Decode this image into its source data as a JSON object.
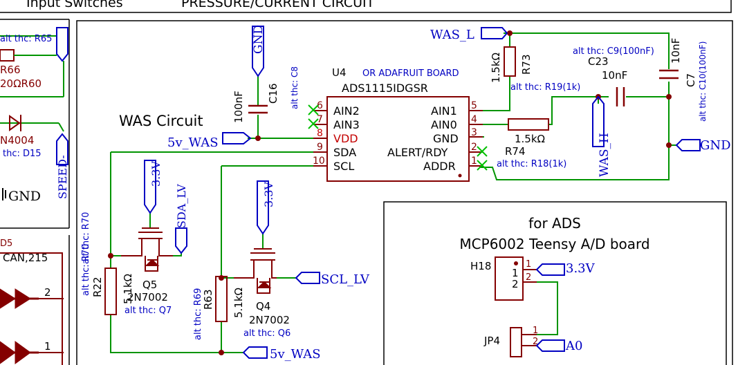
{
  "header": {
    "left": "Input Switches",
    "right": "PRESSURE/CURRENT CIRCUIT"
  },
  "left_fragment": {
    "r65": "alt thc: R65",
    "r66": "R66",
    "r60": "20ΩR60",
    "diode_val": "N4004",
    "diode_alt": "thc: D15",
    "gnd": "GND",
    "speed": "SPEED-",
    "d5_alt": "alt thc: R70",
    "d5_name": "D5",
    "d5_val": "CAN,215",
    "pin2": "2",
    "pin1": "1"
  },
  "was_circuit": {
    "title": "WAS Circuit",
    "c16_name": "C16",
    "c16_val": "100nF",
    "c16_alt": "alt thc: C8",
    "gnd_top": "GND",
    "net_5v_was": "5v_WAS",
    "u4_ref": "U4",
    "u4_alt": "OR ADAFRUIT BOARD",
    "u4_part": "ADS1115IDGSR",
    "pins_left": [
      {
        "num": "6",
        "name": "AIN2"
      },
      {
        "num": "7",
        "name": "AIN3"
      },
      {
        "num": "8",
        "name": "VDD"
      },
      {
        "num": "9",
        "name": "SDA"
      },
      {
        "num": "10",
        "name": "SCL"
      }
    ],
    "pins_right": [
      {
        "num": "5",
        "name": "AIN1"
      },
      {
        "num": "4",
        "name": "AIN0"
      },
      {
        "num": "3",
        "name": "GND"
      },
      {
        "num": "2",
        "name": "ALERT/RDY"
      },
      {
        "num": "1",
        "name": "ADDR"
      }
    ],
    "was_l": "WAS_L",
    "was_h": "WAS_H",
    "r73_name": "R73",
    "r73_val": "1.5kΩ",
    "r73_alt": "alt thc: R19(1k)",
    "r74_name": "R74",
    "r74_val": "1.5kΩ",
    "r74_alt": "alt thc: R18(1k)",
    "c23_name": "C23",
    "c23_val": "10nF",
    "c23_alt": "alt thc: C9(100nF)",
    "c7_name": "C7",
    "c7_val": "10nF",
    "c7_alt": "alt thc: C10(100nF)",
    "gnd_right": "GND",
    "sda_lv": "SDA_LV",
    "scl_lv": "SCL_LV",
    "v33_a": "3.3V",
    "v33_b": "3.3V",
    "q5_name": "Q5",
    "q5_val": "2N7002",
    "q5_alt": "alt thc: Q7",
    "q4_name": "Q4",
    "q4_val": "2N7002",
    "q4_alt": "alt thc: Q6",
    "r22_name": "R22",
    "r22_val": "5.1kΩ",
    "r63_name": "R63",
    "r63_val": "5.1kΩ",
    "r63_alt": "alt thc: R69",
    "net_5v_was_bottom": "5v_WAS"
  },
  "ads_box": {
    "title1": "for ADS",
    "title2": "MCP6002 Teensy A/D board",
    "h18": "H18",
    "jp4": "JP4",
    "h18_pin1": "1",
    "h18_pin2": "2",
    "h18_pin1_out": "1",
    "h18_pin2_out": "2",
    "jp4_pin1": "1",
    "jp4_pin2": "2",
    "v33": "3.3V",
    "a0": "A0"
  },
  "colors": {
    "wire": "#009400",
    "component": "#840000",
    "label": "#0000c2",
    "border": "#000000",
    "noconnect": "#00c000",
    "pin_vdd": "#c40000"
  }
}
